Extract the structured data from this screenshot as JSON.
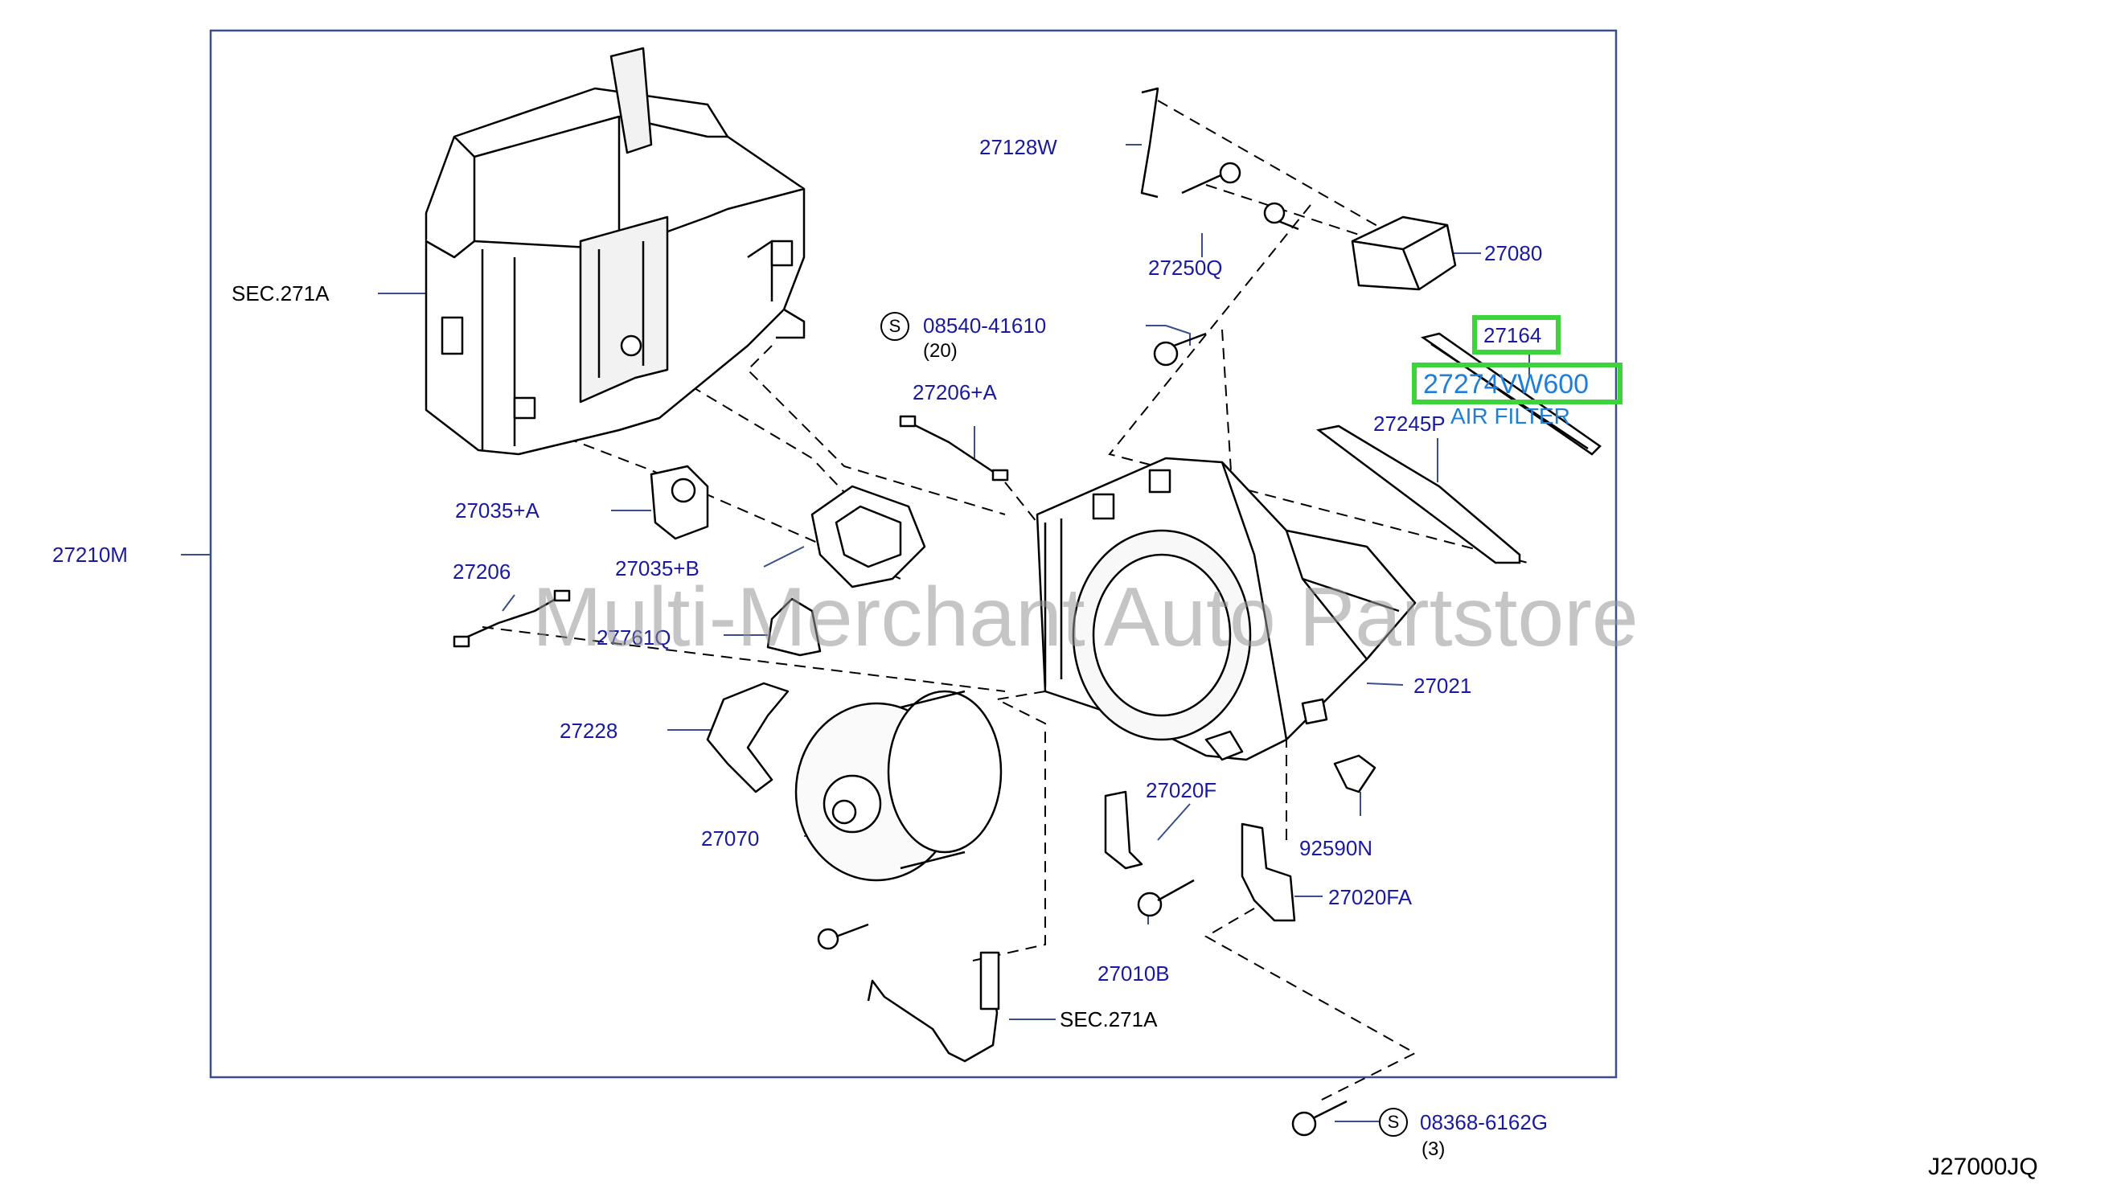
{
  "diagram": {
    "figure_code": "J27000JQ",
    "watermark": "Multi-Merchant Auto Partstore",
    "highlight": {
      "part_no": "27164",
      "part_ref": "27274VW600",
      "caption": "AIR FILTER",
      "color": "#3bd43b"
    },
    "callouts": {
      "sec271a_top": "SEC.271A",
      "sec271a_bottom": "SEC.271A",
      "p27210m": "27210M",
      "p27128w": "27128W",
      "p27250q": "27250Q",
      "p27080": "27080",
      "p08540": "08540-41610",
      "q08540": "(20)",
      "p27206a": "27206+A",
      "p27245p": "27245P",
      "p27035a": "27035+A",
      "p27035b": "27035+B",
      "p27206": "27206",
      "p27761q": "27761Q",
      "p27021": "27021",
      "p27228": "27228",
      "p27020f": "27020F",
      "p92590n": "92590N",
      "p27070": "27070",
      "p27020fa": "27020FA",
      "p27010b": "27010B",
      "p08368": "08368-6162G",
      "q08368": "(3)"
    },
    "standard_mark": "S",
    "colors": {
      "callout_text": "#1a1aa0",
      "frame": "#3a4f8a",
      "linework": "#000000"
    }
  }
}
